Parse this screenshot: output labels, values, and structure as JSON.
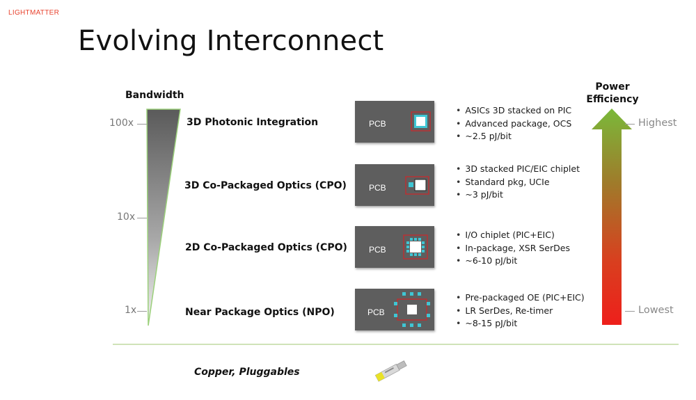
{
  "header": {
    "logo": "LIGHTMATTER",
    "title": "Evolving Interconnect"
  },
  "bandwidth": {
    "label": "Bandwidth",
    "ticks": [
      "100x",
      "10x",
      "1x"
    ]
  },
  "power_efficiency": {
    "label": "Power Efficiency",
    "high": "Highest",
    "low": "Lowest"
  },
  "tiers": [
    {
      "name": "3D Photonic Integration",
      "pcb": "PCB",
      "bullets": [
        "ASICs 3D stacked on PIC",
        "Advanced package, OCS",
        "~2.5 pJ/bit"
      ]
    },
    {
      "name": "3D Co-Packaged Optics (CPO)",
      "pcb": "PCB",
      "bullets": [
        "3D stacked PIC/EIC chiplet",
        "Standard pkg, UCIe",
        "~3 pJ/bit"
      ]
    },
    {
      "name": "2D Co-Packaged Optics (CPO)",
      "pcb": "PCB",
      "bullets": [
        "I/O chiplet (PIC+EIC)",
        "In-package, XSR SerDes",
        "~6-10 pJ/bit"
      ]
    },
    {
      "name": "Near Package Optics (NPO)",
      "pcb": "PCB",
      "bullets": [
        "Pre-packaged OE (PIC+EIC)",
        "LR SerDes, Re-timer",
        "~8-15 pJ/bit"
      ]
    }
  ],
  "footer": {
    "copper_label": "Copper, Pluggables"
  },
  "colors": {
    "logo": "#e8432f",
    "pcb": "#5e5e5e",
    "chip_outline": "#d0262a",
    "optic_cyan": "#3fc6d4",
    "arrow_top": "#7ab93a",
    "arrow_bottom": "#e8231f",
    "baseline": "#cfe3b8"
  }
}
